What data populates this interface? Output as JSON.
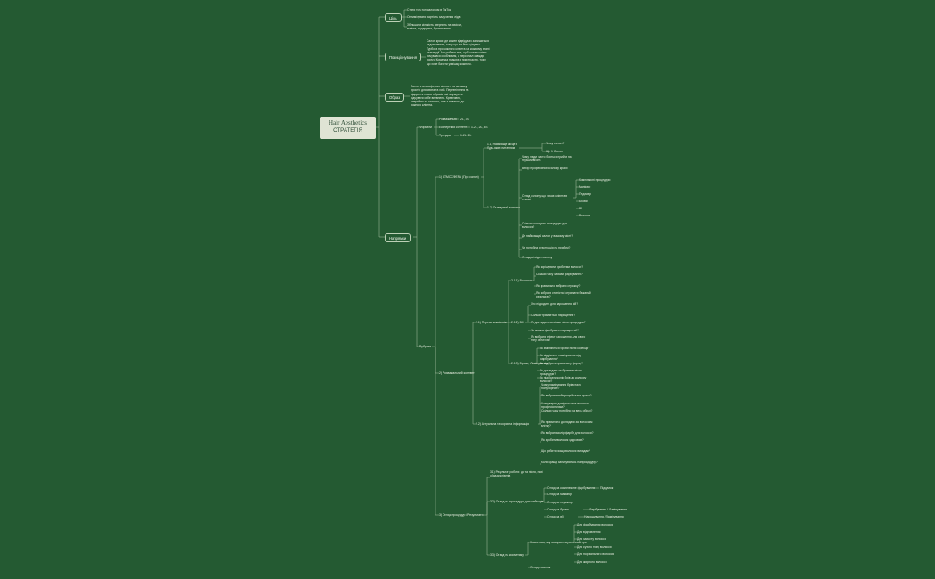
{
  "root": {
    "title": "Hair Aesthetics",
    "subtitle": "СТРАТЕГІЯ"
  },
  "sections": {
    "goal": "Ціль",
    "positioning": "Позиціонування",
    "image": "Образ",
    "directions": "Напрямки"
  },
  "goal_items": [
    "Стати топ-топ салоном в ТікТок",
    "Оптимізувати вартість залучення лідів",
    "Збільшити кількість звернень на зачіски, макіяж, подарунки, бронювання"
  ],
  "positioning_text": "Салон краси де кожен відвідувач залишиться задоволеним, тому що ми його цінуємо. Турбота про кожного клієнта на кожному етапі взаємодії. Ми робимо все, щоб кожен клієнт почувався особливим, а персонал завжди поруч. Команда працює з пристрастю, тому що хоче бачити усмішку кожного.",
  "image_text": "Салон з атмосферою вірності та затишку, простір для свята та хобі. Перевтілення та відкриття нових образів, які змушують відчувати себе впевнено. Креативно, енергійно та стильно, але з повагою до кожного клієнта.",
  "format": {
    "label": "Формати",
    "items": [
      {
        "label": "Розважальні",
        "value": "2L, 3S"
      },
      {
        "label": "Експертний контент",
        "value": "1-2L, 2L, 3S"
      },
      {
        "label": "Трендові",
        "value": "1-2L, 2L"
      }
    ]
  },
  "rubrics": {
    "label": "Рубрики",
    "b1": {
      "label": "1) АТМОСФЕРА (Про салон)",
      "q1": {
        "label": "1.1) Найкраще місце з будь-яким питанням",
        "items": [
          "Чому салон?",
          "Ще 1 Салон"
        ]
      },
      "q2": {
        "label": "1.2) Оглядовий контент",
        "items": [
          "Чому люди часто бояться прийти на перший візит?",
          "Вибір професійного салону краси",
          "Огляд салону, що чекає клієнта в салоні",
          "Скільки коштують процедури для волосся?",
          "Де найкращий салон у вашому місті?",
          "Чи потрібна реєстрація на прийом?",
          "Оглядові відео салону"
        ],
        "sub": [
          "Комплексні процедури",
          "Манікюр",
          "Педикюр",
          "Брови",
          "Вії",
          "Волосся"
        ]
      }
    },
    "b2": {
      "label": "2) Розважальний контент",
      "q1": {
        "label": "2.1) Переваги клієнтів",
        "a": {
          "label": "2.1.1) Волосся",
          "items": [
            "Як вирішувати проблеми волосся?",
            "Скільки часу займає фарбування?",
            "Як правильно вибрати стрижку?",
            "Як вибрати стиліста і отримати бажаний результат?"
          ]
        },
        "b": {
          "label": "2.1.2) Вії",
          "items": [
            "Хто підходить для нарощення вій?",
            "Скільки тримається нарощення?",
            "Як доглядати за віями після процедури?",
            "Чи можна фарбувати нарощені вії?",
            "Як вибрати ефект нарощення для свого типу обличчя?"
          ]
        },
        "c": {
          "label": "2.1.3) Брови, Ламінування",
          "items": [
            "Як змінюються брови після корекції?",
            "Як відрізнити ламінування від фарбування?",
            "Як підібрати правильну форму?",
            "Як доглядати за бровами після процедури?",
            "Як підібрати колір брів до кольору волосся?"
          ]
        }
      },
      "q2": {
        "label": "2.2) Актуальна та корисна інформація",
        "items": [
          "Чому ламінування брів стало популярним?",
          "Як вибрати найкращий салон краси?",
          "Чому варто довіряти своє волосся професіоналам?",
          "Скільки часу потрібно на весь образ?",
          "Як правильно доглядати за волоссям влітку?",
          "Як вибрати колір фарби для волосся?",
          "Як зробити волосся здоровим?",
          "Що робити, якщо волосся випадає?",
          "Коли краще записуватись на процедуру?"
        ]
      }
    },
    "b3": {
      "label": "3) Огляд процедур / Результати",
      "q1": {
        "label": "3.1) Результат роботи: до та після, нові образи клієнтів"
      },
      "q2": {
        "label": "3.2) Огляд на процедури для майстрів",
        "items": [
          {
            "label": "Огляд на комплексне фарбування",
            "tail": "Підсумок"
          },
          {
            "label": "Огляд на манікюр"
          },
          {
            "label": "Огляд на педикюр"
          },
          {
            "label": "Огляд на брови",
            "tail": "Фарбування / Ламінування"
          },
          {
            "label": "Огляд на вії",
            "tail": "Нарощування / Ламінування"
          }
        ]
      },
      "q3": {
        "label": "3.3) Огляд на косметику",
        "sub": "Косметика, яку використовують майстри",
        "items": [
          "Для фарбування волосся",
          "Для відновлення",
          "Для захисту волосся",
          "Для сухого типу волосся",
          "Для нормального волосся",
          "Для жирного волосся"
        ],
        "last": "Огляд новинок"
      }
    }
  }
}
